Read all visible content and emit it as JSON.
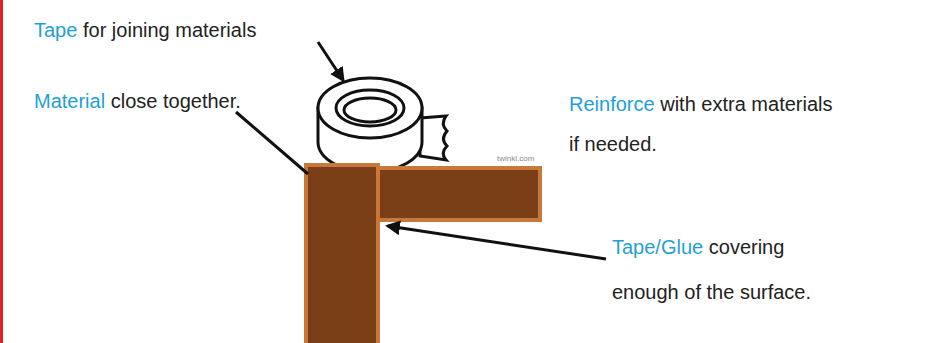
{
  "diagram": {
    "labels": [
      "Tape",
      "for joining materials",
      "Material",
      "close together.",
      "Reinforce",
      "with extra materials if needed.",
      "Tape/Glue",
      "covering enough of the surface.",
      "twinkl.com"
    ]
  }
}
